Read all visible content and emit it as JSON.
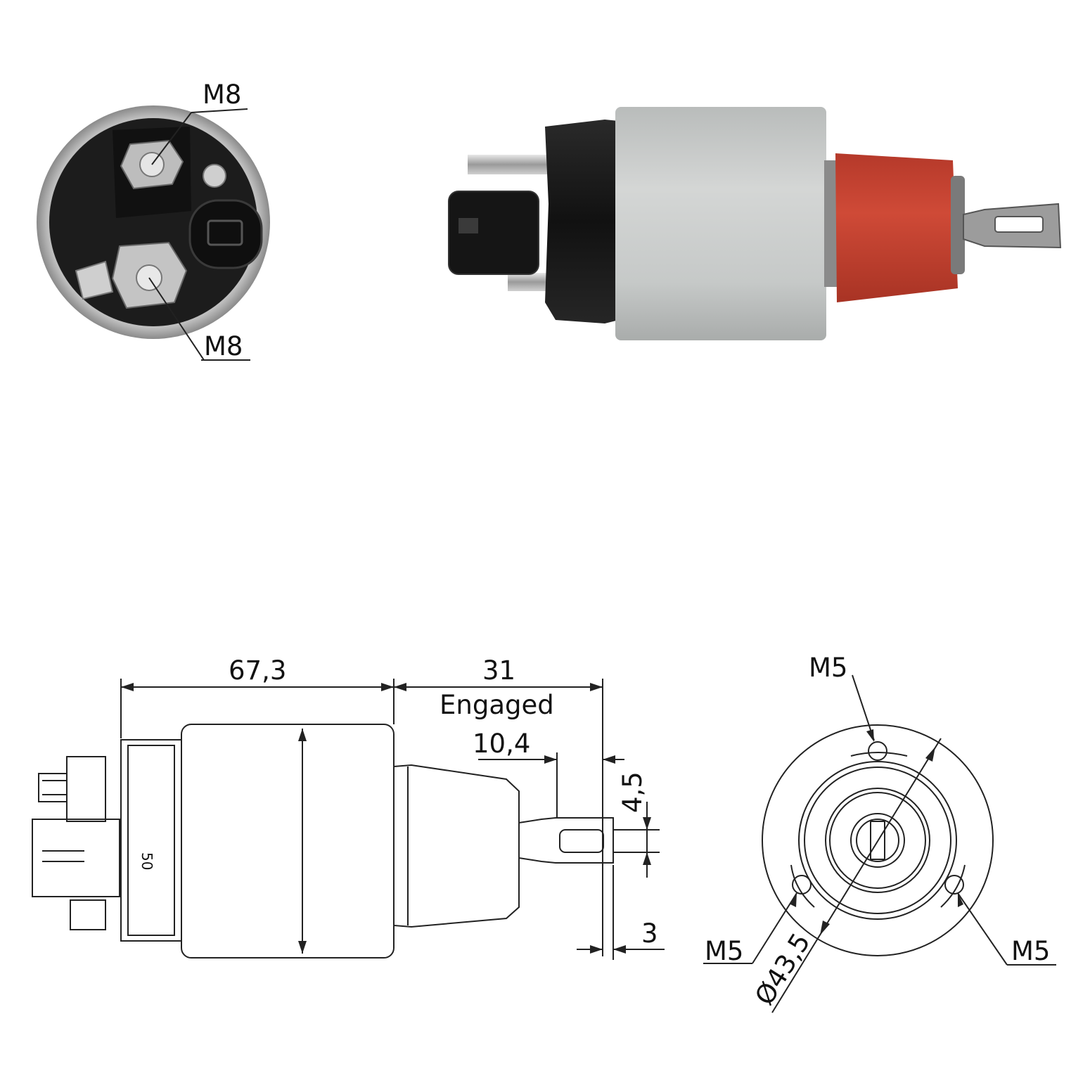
{
  "labels": {
    "photo_end_terminal_top": "M8",
    "photo_end_terminal_bottom": "M8",
    "length_body": "67,3",
    "length_plunger": "31",
    "plunger_state": "Engaged",
    "fork_offset": "10,4",
    "fork_slot_width": "4,5",
    "fork_thickness": "3",
    "housing_marking": "50",
    "mount_hole_top": "M5",
    "mount_hole_left": "M5",
    "mount_hole_right": "M5",
    "diameter": "Ø43,5"
  },
  "colors": {
    "housing_silver": "#c9cccb",
    "terminal_cap_black": "#1b1b1b",
    "boot_red": "#c8412f",
    "line": "#222222"
  }
}
